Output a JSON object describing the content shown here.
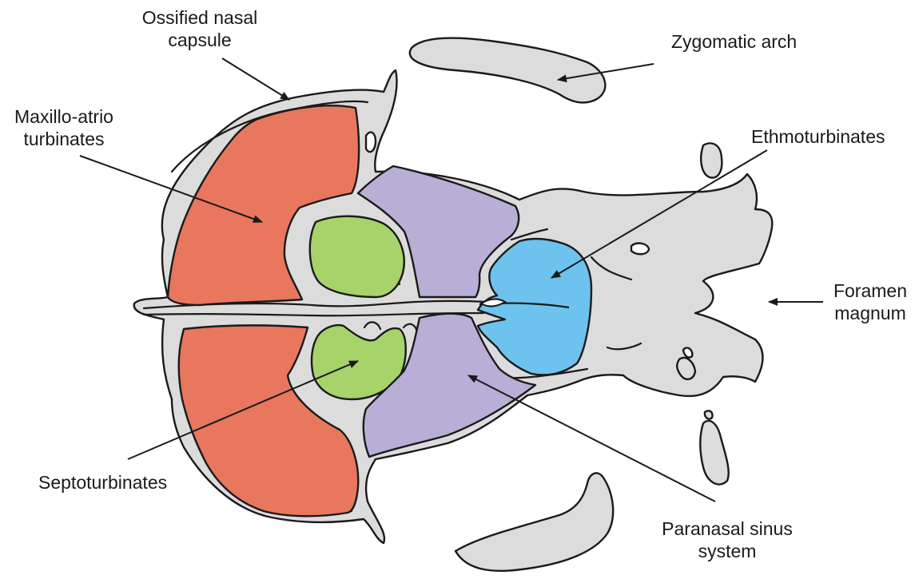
{
  "figure": {
    "labels": {
      "ossified_nasal_capsule": "Ossified nasal\ncapsule",
      "zygomatic_arch": "Zygomatic arch",
      "maxillo_atrio_turbinates": "Maxillo-atrio\nturbinates",
      "ethmoturbinates": "Ethmoturbinates",
      "foramen_magnum": "Foramen\nmagnum",
      "septoturbinates": "Septoturbinates",
      "paranasal_sinus_system": "Paranasal sinus\nsystem"
    },
    "colors": {
      "bone": "#dcdcdc",
      "maxillo_atrio_turbinates": "#e8775e",
      "septoturbinates": "#a6d36a",
      "paranasal_sinus_system": "#b9aed6",
      "ethmoturbinates": "#6dc3ee",
      "outline": "#1a1a1a"
    }
  }
}
